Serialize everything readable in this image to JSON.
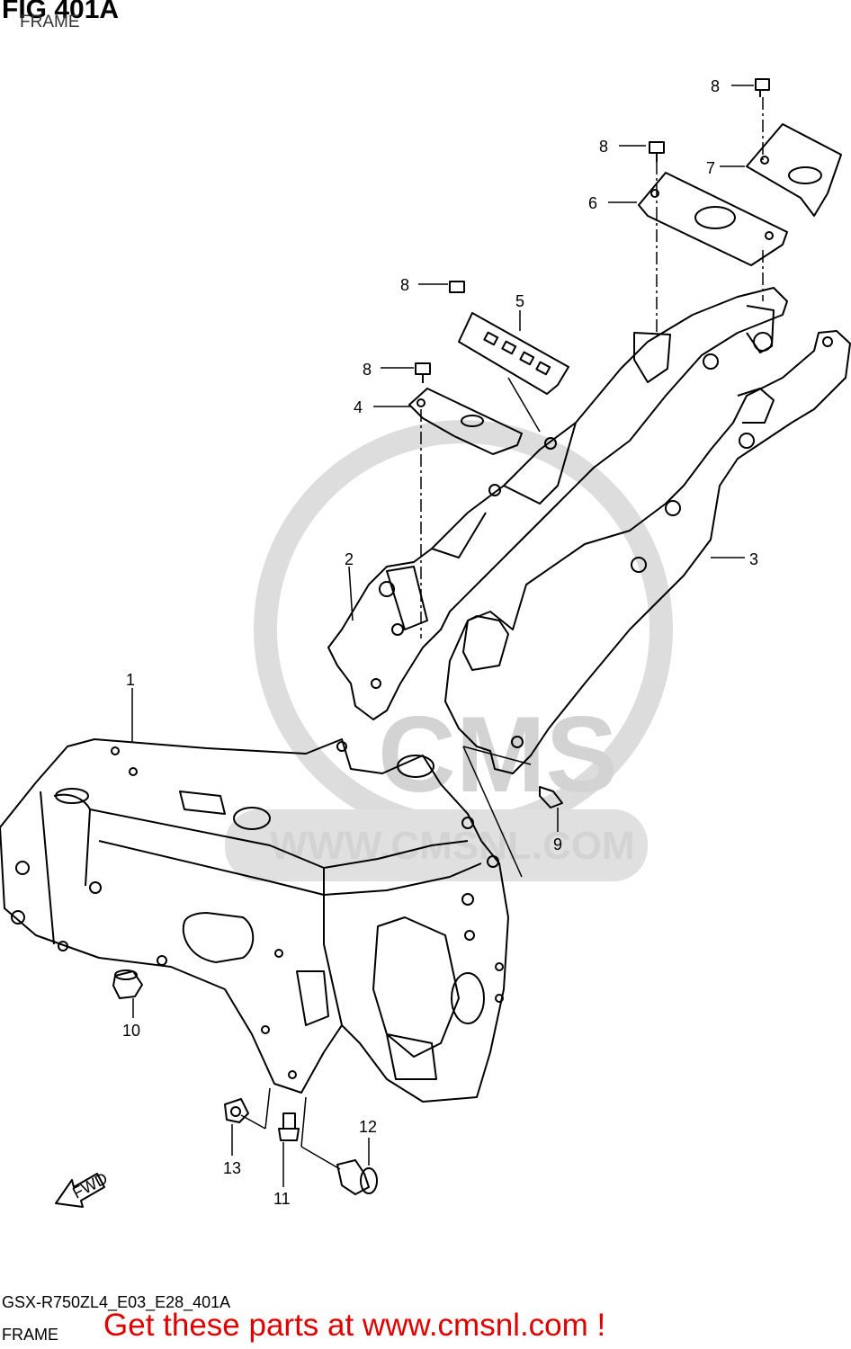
{
  "header": {
    "title": "FIG 401A",
    "subtitle": "FRAME"
  },
  "watermark": {
    "brand": "CMS",
    "url": "WWW.CMSNL.COM",
    "color": "#cfcfcf"
  },
  "callouts": {
    "c1": "1",
    "c2": "2",
    "c3": "3",
    "c4": "4",
    "c5": "5",
    "c6": "6",
    "c7": "7",
    "c8a": "8",
    "c8b": "8",
    "c8c": "8",
    "c8d": "8",
    "c9": "9",
    "c10": "10",
    "c11": "11",
    "c12": "12",
    "c13": "13"
  },
  "direction_arrow": {
    "label": "FWD"
  },
  "footer": {
    "model_code": "GSX-R750ZL4_E03_E28_401A",
    "section": "FRAME",
    "ad_text": "Get these parts at www.cmsnl.com !",
    "ad_color": "#e00000"
  }
}
